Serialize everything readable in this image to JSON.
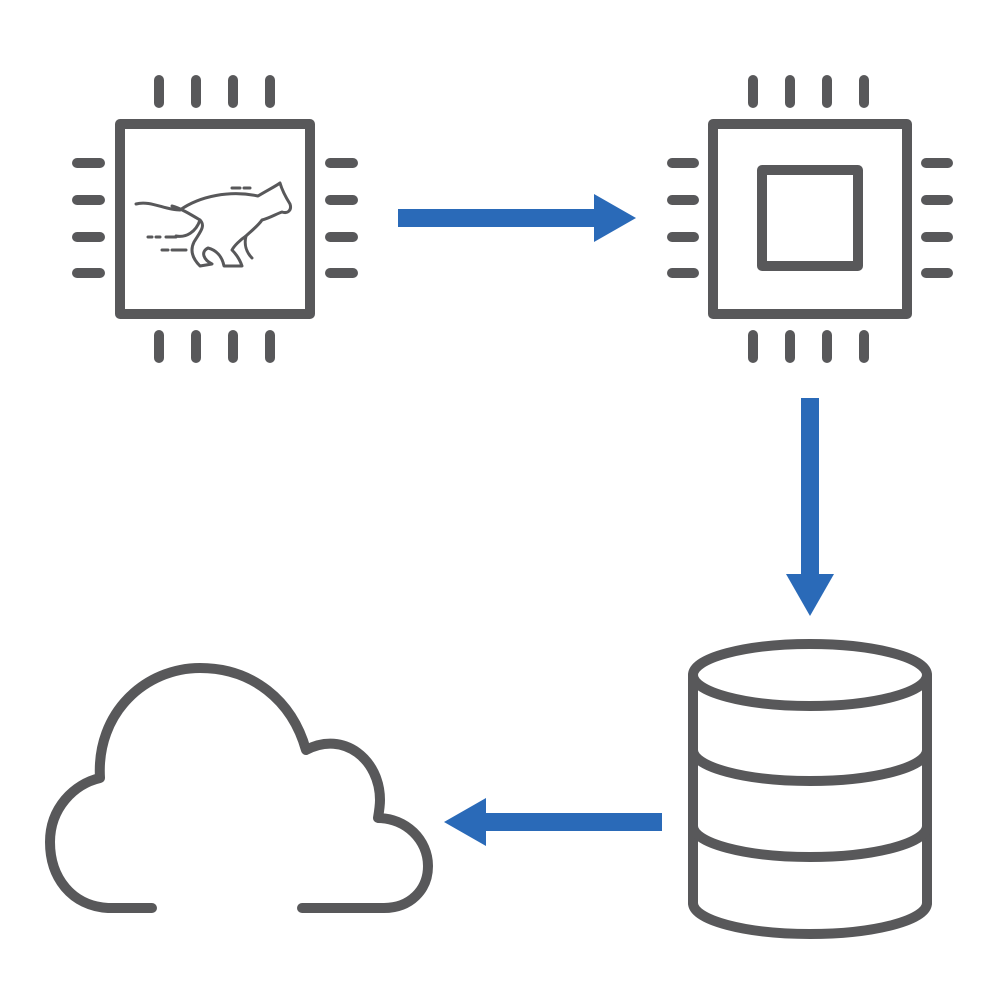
{
  "colors": {
    "icon_stroke": "#58585a",
    "arrow": "#2a6ab8",
    "background": "#ffffff"
  },
  "nodes": [
    {
      "id": "fast-processor",
      "icon": "cheetah-chip-icon"
    },
    {
      "id": "processor",
      "icon": "cpu-chip-icon"
    },
    {
      "id": "database",
      "icon": "database-icon"
    },
    {
      "id": "cloud",
      "icon": "cloud-icon"
    }
  ],
  "edges": [
    {
      "from": "fast-processor",
      "to": "processor",
      "direction": "right"
    },
    {
      "from": "processor",
      "to": "database",
      "direction": "down"
    },
    {
      "from": "database",
      "to": "cloud",
      "direction": "left"
    }
  ]
}
